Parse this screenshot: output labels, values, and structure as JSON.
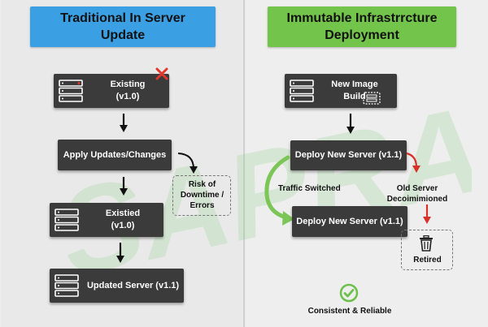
{
  "left": {
    "header": {
      "line1": "Traditional In Server",
      "line2": "Update"
    },
    "nodes": {
      "existing": {
        "line1": "Existing",
        "line2": "(v1.0)"
      },
      "apply_updates": {
        "label": "Apply Updates/Changes"
      },
      "existed": {
        "line1": "Existied",
        "line2": "(v1.0)"
      },
      "updated": {
        "label": "Updated Server (v1.1)"
      }
    },
    "risk_note": {
      "line1": "Risk of",
      "line2": "Downtime /",
      "line3": "Errors"
    },
    "fail_icon": "red-x-icon"
  },
  "right": {
    "header": {
      "line1": "Immutable Infrastrrcture",
      "line2": "Deployment"
    },
    "nodes": {
      "new_image": {
        "line1": "New Image",
        "line2": "Build"
      },
      "deploy_new_1": {
        "label": "Deploy New Server (v1.1)"
      },
      "deploy_new_2": {
        "label": "Deploy New Server (v1.1)"
      }
    },
    "traffic_label": "Traffic Switched",
    "old_server_label": {
      "line1": "Old Server",
      "line2": "Decoimimioned"
    },
    "retired_label": "Retired",
    "footer_label": "Consistent & Reliable"
  },
  "watermark": "SAPRA",
  "colors": {
    "left_header": "#3aa0e3",
    "right_header": "#73c44b",
    "box": "#3b3b3b",
    "fail_red": "#e0362c",
    "success_green": "#6cc04a",
    "arrow_red": "#d9302a",
    "arrow_green": "#7cc557"
  }
}
